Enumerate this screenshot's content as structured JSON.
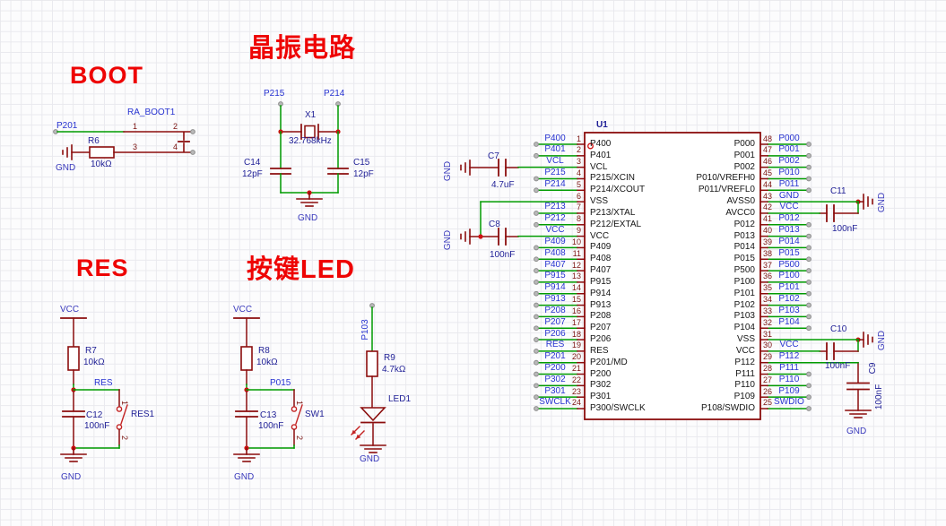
{
  "colors": {
    "wire": "#009b00",
    "symbol": "#8b0d0d",
    "net_label": "#2733d1",
    "component_label": "#1f1f96",
    "power_label": "#3a3abc",
    "title": "#ee0404",
    "junction": "#cf1111",
    "pin_number": "#7c1512"
  },
  "titles": {
    "boot": "BOOT",
    "crystal": "晶振电路",
    "reset": "RES",
    "key_led": "按键LED"
  },
  "boot": {
    "port": "P201",
    "jumper_ref": "RA_BOOT1",
    "pin_numbers": [
      "1",
      "2",
      "3",
      "4"
    ],
    "resistor_ref": "R6",
    "resistor_value": "10kΩ",
    "gnd_label": "GND"
  },
  "crystal": {
    "port_left": "P215",
    "port_right": "P214",
    "crystal_ref": "X1",
    "crystal_value": "32.768kHz",
    "cap_left_ref": "C14",
    "cap_left_value": "12pF",
    "cap_right_ref": "C15",
    "cap_right_value": "12pF",
    "gnd_label": "GND"
  },
  "reset": {
    "power_label": "VCC",
    "resistor_ref": "R7",
    "resistor_value": "10kΩ",
    "net_label": "RES",
    "cap_ref": "C12",
    "cap_value": "100nF",
    "switch_ref": "RES1",
    "switch_pin_top": "1",
    "switch_pin_bottom": "2",
    "gnd_label": "GND"
  },
  "key_led": {
    "power_label": "VCC",
    "resistor_ref": "R8",
    "resistor_value": "10kΩ",
    "net_label": "P015",
    "cap_ref": "C13",
    "cap_value": "100nF",
    "switch_ref": "SW1",
    "switch_pin_top": "1",
    "switch_pin_bottom": "2",
    "gnd_label": "GND",
    "led_port": "P103",
    "led_resistor_ref": "R9",
    "led_resistor_value": "4.7kΩ",
    "led_ref": "LED1",
    "led_gnd_label": "GND"
  },
  "decoupling_left": {
    "c7_ref": "C7",
    "c7_value": "4.7uF",
    "c7_gnd": "GND",
    "c8_ref": "C8",
    "c8_value": "100nF",
    "c8_gnd": "GND"
  },
  "decoupling_right": {
    "c11_ref": "C11",
    "c11_value": "100nF",
    "c11_gnd": "GND",
    "c10_ref": "C10",
    "c10_value": "100nF",
    "c10_gnd": "GND",
    "c9_ref": "C9",
    "c9_value": "100nF",
    "c9_gnd": "GND"
  },
  "chip": {
    "ref": "U1",
    "left_pins": [
      {
        "num": "1",
        "name": "P400",
        "net": "P400"
      },
      {
        "num": "2",
        "name": "P401",
        "net": "P401"
      },
      {
        "num": "3",
        "name": "VCL",
        "net": "VCL"
      },
      {
        "num": "4",
        "name": "P215/XCIN",
        "net": "P215"
      },
      {
        "num": "5",
        "name": "P214/XCOUT",
        "net": "P214"
      },
      {
        "num": "6",
        "name": "VSS",
        "net": ""
      },
      {
        "num": "7",
        "name": "P213/XTAL",
        "net": "P213"
      },
      {
        "num": "8",
        "name": "P212/EXTAL",
        "net": "P212"
      },
      {
        "num": "9",
        "name": "VCC",
        "net": "VCC"
      },
      {
        "num": "10",
        "name": "P409",
        "net": "P409"
      },
      {
        "num": "11",
        "name": "P408",
        "net": "P408"
      },
      {
        "num": "12",
        "name": "P407",
        "net": "P407"
      },
      {
        "num": "13",
        "name": "P915",
        "net": "P915"
      },
      {
        "num": "14",
        "name": "P914",
        "net": "P914"
      },
      {
        "num": "15",
        "name": "P913",
        "net": "P913"
      },
      {
        "num": "16",
        "name": "P208",
        "net": "P208"
      },
      {
        "num": "17",
        "name": "P207",
        "net": "P207"
      },
      {
        "num": "18",
        "name": "P206",
        "net": "P206"
      },
      {
        "num": "19",
        "name": "RES",
        "net": "RES"
      },
      {
        "num": "20",
        "name": "P201/MD",
        "net": "P201"
      },
      {
        "num": "21",
        "name": "P200",
        "net": "P200"
      },
      {
        "num": "22",
        "name": "P302",
        "net": "P302"
      },
      {
        "num": "23",
        "name": "P301",
        "net": "P301"
      },
      {
        "num": "24",
        "name": "P300/SWCLK",
        "net": "SWCLK"
      }
    ],
    "right_pins": [
      {
        "num": "48",
        "name": "P000",
        "net": "P000"
      },
      {
        "num": "47",
        "name": "P001",
        "net": "P001"
      },
      {
        "num": "46",
        "name": "P002",
        "net": "P002"
      },
      {
        "num": "45",
        "name": "P010/VREFH0",
        "net": "P010"
      },
      {
        "num": "44",
        "name": "P011/VREFL0",
        "net": "P011"
      },
      {
        "num": "43",
        "name": "AVSS0",
        "net": "GND"
      },
      {
        "num": "42",
        "name": "AVCC0",
        "net": "VCC"
      },
      {
        "num": "41",
        "name": "P012",
        "net": "P012"
      },
      {
        "num": "40",
        "name": "P013",
        "net": "P013"
      },
      {
        "num": "39",
        "name": "P014",
        "net": "P014"
      },
      {
        "num": "38",
        "name": "P015",
        "net": "P015"
      },
      {
        "num": "37",
        "name": "P500",
        "net": "P500"
      },
      {
        "num": "36",
        "name": "P100",
        "net": "P100"
      },
      {
        "num": "35",
        "name": "P101",
        "net": "P101"
      },
      {
        "num": "34",
        "name": "P102",
        "net": "P102"
      },
      {
        "num": "33",
        "name": "P103",
        "net": "P103"
      },
      {
        "num": "32",
        "name": "P104",
        "net": "P104"
      },
      {
        "num": "31",
        "name": "VSS",
        "net": ""
      },
      {
        "num": "30",
        "name": "VCC",
        "net": "VCC"
      },
      {
        "num": "29",
        "name": "P112",
        "net": "P112"
      },
      {
        "num": "28",
        "name": "P111",
        "net": "P111"
      },
      {
        "num": "27",
        "name": "P110",
        "net": "P110"
      },
      {
        "num": "26",
        "name": "P109",
        "net": "P109"
      },
      {
        "num": "25",
        "name": "P108/SWDIO",
        "net": "SWDIO"
      }
    ]
  }
}
